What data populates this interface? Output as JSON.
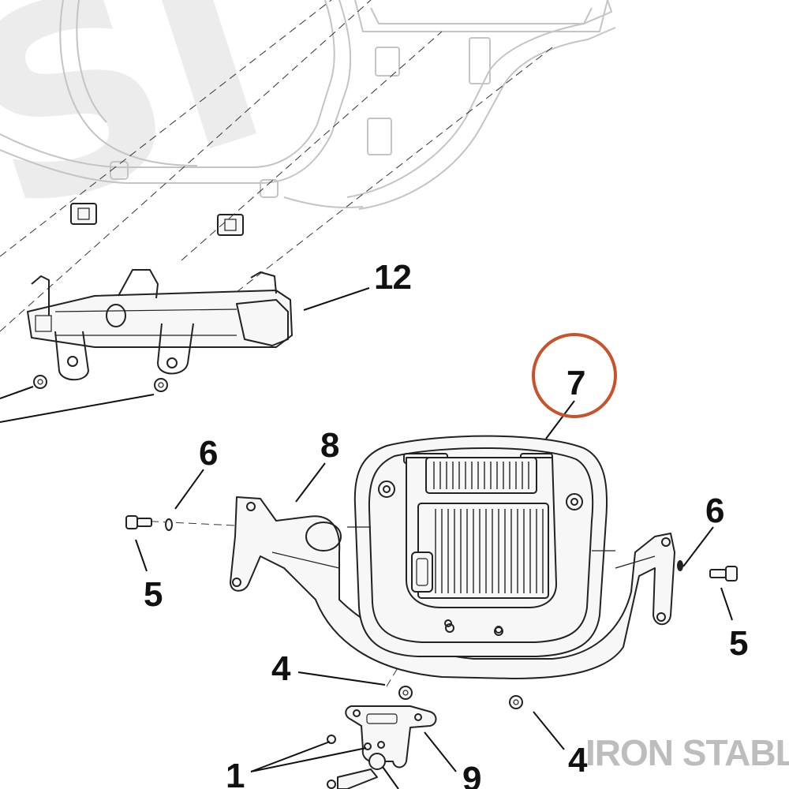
{
  "diagram": {
    "highlight_color": "#c8522a",
    "watermark": "IRON STABLE",
    "background_mark": "SI",
    "callouts": [
      {
        "id": "c12",
        "label": "12"
      },
      {
        "id": "c7",
        "label": "7",
        "highlighted": true
      },
      {
        "id": "c8",
        "label": "8"
      },
      {
        "id": "c6a",
        "label": "6"
      },
      {
        "id": "c5a",
        "label": "5"
      },
      {
        "id": "c6b",
        "label": "6"
      },
      {
        "id": "c5b",
        "label": "5"
      },
      {
        "id": "c4a",
        "label": "4"
      },
      {
        "id": "c4b",
        "label": "4"
      },
      {
        "id": "c1",
        "label": "1"
      },
      {
        "id": "c9",
        "label": "9"
      }
    ]
  }
}
